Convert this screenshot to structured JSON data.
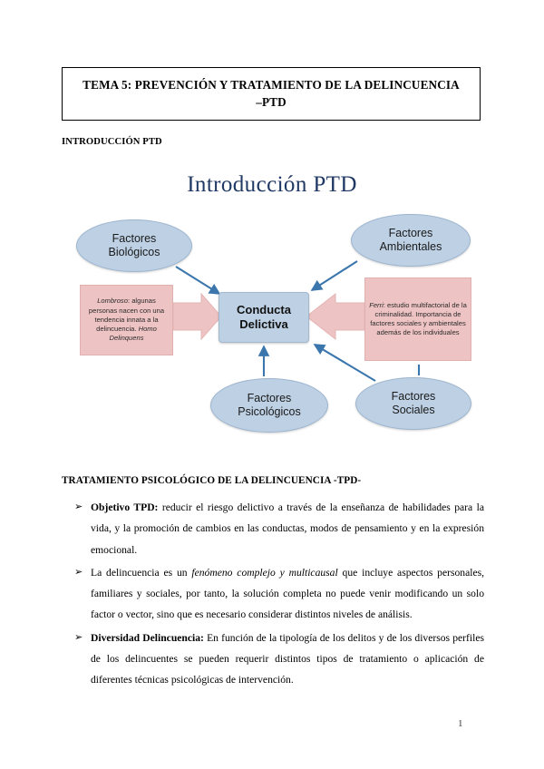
{
  "document": {
    "title_lines": [
      "TEMA 5: PREVENCIÓN Y TRATAMIENTO DE LA DELINCUENCIA",
      "–PTD"
    ],
    "page_number": "1"
  },
  "sections": {
    "intro_heading": "INTRODUCCIÓN PTD",
    "tpd_heading": "TRATAMIENTO PSICOLÓGICO DE LA DELINCUENCIA -TPD-"
  },
  "diagram": {
    "title": "Introducción PTD",
    "center": {
      "label_line1": "Conducta",
      "label_line2": "Delictiva"
    },
    "nodes": [
      {
        "id": "biologicos",
        "line1": "Factores",
        "line2": "Biológicos"
      },
      {
        "id": "ambientales",
        "line1": "Factores",
        "line2": "Ambientales"
      },
      {
        "id": "psicologicos",
        "line1": "Factores",
        "line2": "Psicológicos"
      },
      {
        "id": "sociales",
        "line1": "Factores",
        "line2": "Sociales"
      }
    ],
    "notes": {
      "left": {
        "author": "Lombroso",
        "text": ": algunas personas nacen con una tendencia innata a la delincuencia. ",
        "emphasis": "Homo Delinquens"
      },
      "right": {
        "author": "Ferri",
        "text": ": estudio multifactorial de la criminalidad. Importancia de factores sociales y ambientales además de los individuales"
      }
    },
    "colors": {
      "node_fill": "#bdd0e4",
      "note_fill": "#eec3c3",
      "connector": "#3b76ad",
      "title_text": "#1f3864"
    }
  },
  "body": {
    "bullet_marker": "➢",
    "items": [
      {
        "lead": "Objetivo TPD:",
        "text": " reducir el riesgo delictivo a través de la enseñanza de habilidades para la vida, y la promoción de cambios en las conductas, modos de pensamiento y en la expresión emocional."
      },
      {
        "lead": "",
        "text_before": "La delincuencia es un ",
        "emphasis": "fenómeno complejo y multicausal",
        "text_after": " que incluye aspectos personales, familiares y sociales, por tanto, la solución completa no puede venir modificando un solo factor o vector, sino que es necesario considerar distintos niveles de análisis."
      },
      {
        "lead": "Diversidad Delincuencia:",
        "text": " En función de la tipología de los delitos y de los diversos perfiles de los delincuentes se pueden requerir distintos tipos de tratamiento o aplicación de diferentes técnicas psicológicas de intervención."
      }
    ]
  }
}
